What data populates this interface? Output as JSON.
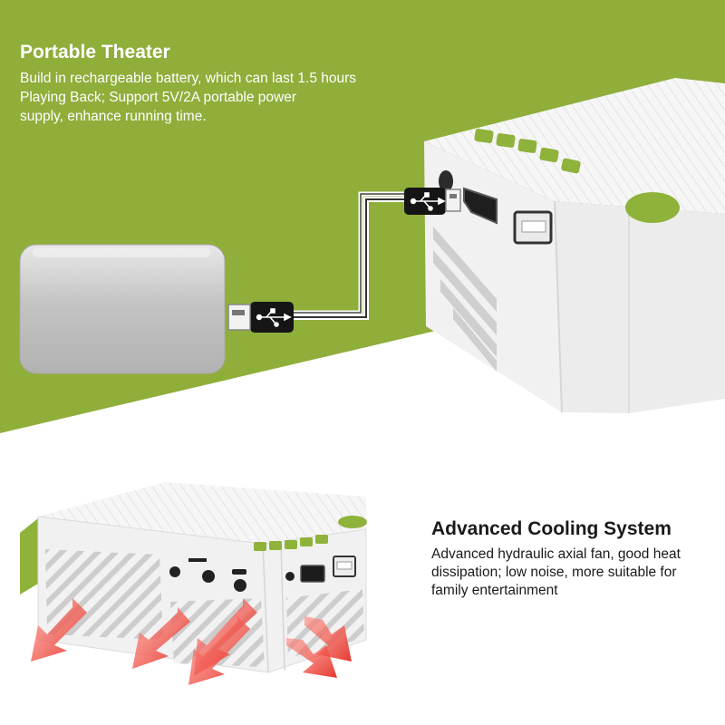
{
  "top_feature": {
    "title": "Portable Theater",
    "lines": [
      "Build in rechargeable battery, which can last 1.5 hours",
      "Playing Back; Support 5V/2A portable power",
      "supply, enhance running time."
    ]
  },
  "bottom_feature": {
    "title": "Advanced Cooling System",
    "lines": [
      "Advanced hydraulic axial fan, good heat",
      "dissipation; low noise, more suitable for",
      "family entertainment"
    ]
  },
  "colors": {
    "accent_green": "#8fae3a",
    "projector_white": "#f4f4f4",
    "power_bank_silver": "#c8c8c8",
    "airflow_red": "#e8413a"
  },
  "icons": [
    "usb-icon"
  ]
}
